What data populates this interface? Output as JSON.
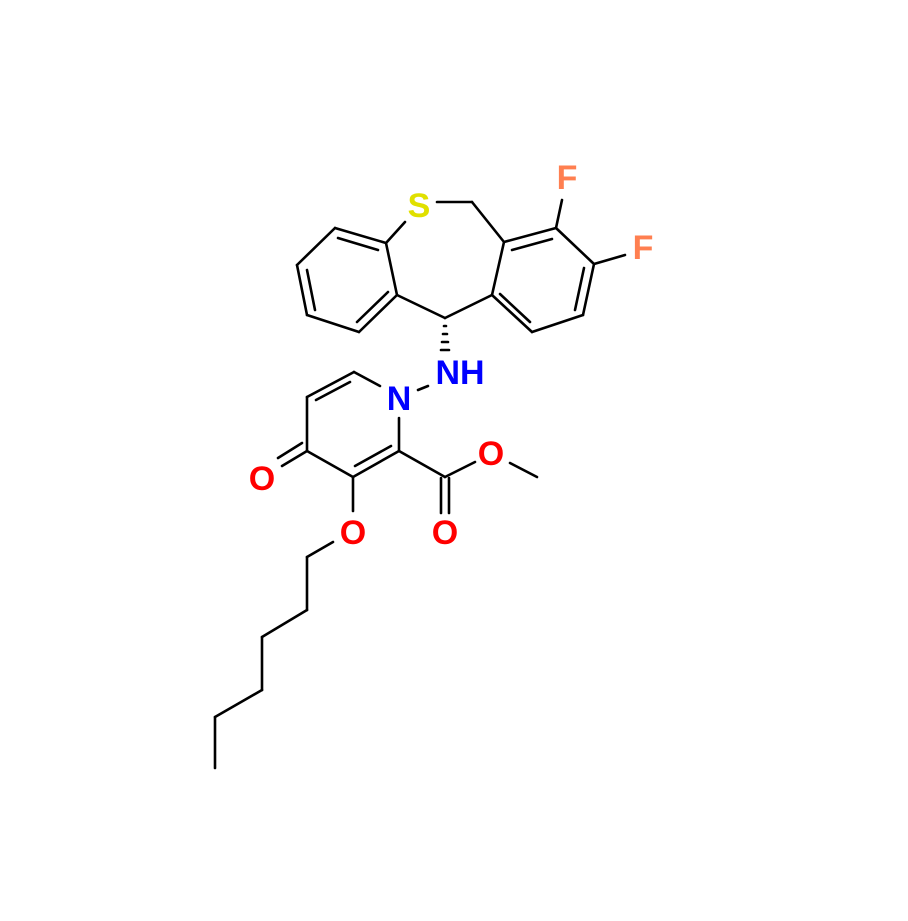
{
  "molecule": {
    "atoms": {
      "sulfur": "S",
      "fluorine_1": "F",
      "fluorine_2": "F",
      "amine_nh": "NH",
      "ring_nitrogen": "N",
      "ketone_oxygen": "O",
      "ether_oxygen": "O",
      "ester_oxygen": "O",
      "carbonyl_oxygen": "O"
    },
    "colors": {
      "S": "#e0e000",
      "F": "#ff7f50",
      "N": "#0000ff",
      "O": "#ff0000",
      "bond": "#000000"
    }
  }
}
